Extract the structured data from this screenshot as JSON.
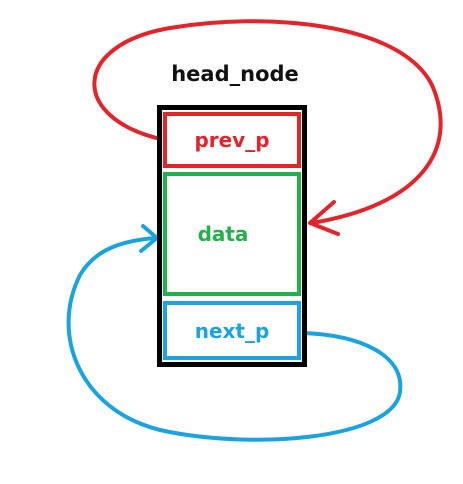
{
  "node": {
    "title": "head_node"
  },
  "fields": {
    "prev": {
      "label": "prev_p",
      "color": "#e3242b"
    },
    "data": {
      "label": "data",
      "color": "#22b14c"
    },
    "next": {
      "label": "next_p",
      "color": "#1aa3e0"
    }
  },
  "colors": {
    "prev_arrow": "#e3242b",
    "next_arrow": "#1aa3e0",
    "outline": "#000000"
  }
}
